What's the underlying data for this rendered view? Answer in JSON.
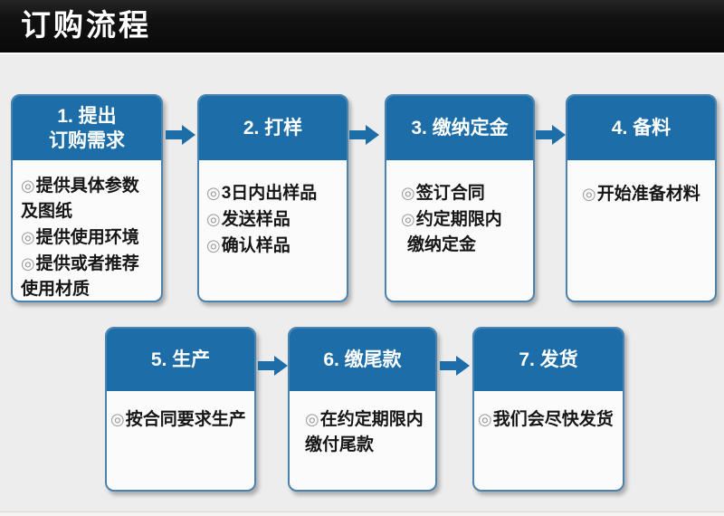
{
  "page": {
    "title": "订购流程"
  },
  "theme": {
    "accent": "#1c6da8",
    "header_bar": "#111111",
    "canvas_bg": "#ededee",
    "box_bg": "#fbfbfc",
    "box_border": "#4a84ae",
    "bullet_color": "#9b9b9b",
    "bullet_char": "◎"
  },
  "flow": {
    "boxes": [
      {
        "step": "1",
        "title_lines": [
          "1. 提出",
          "订购需求"
        ],
        "items": [
          [
            "提供具体参数",
            "及图纸"
          ],
          [
            "提供使用环境"
          ],
          [
            "提供或者推荐",
            "使用材质"
          ]
        ]
      },
      {
        "step": "2",
        "title_lines": [
          "2. 打样"
        ],
        "items": [
          [
            "3日内出样品"
          ],
          [
            "发送样品"
          ],
          [
            "确认样品"
          ]
        ]
      },
      {
        "step": "3",
        "title_lines": [
          "3. 缴纳定金"
        ],
        "items": [
          [
            "签订合同"
          ],
          [
            "约定期限内",
            "缴纳定金"
          ]
        ]
      },
      {
        "step": "4",
        "title_lines": [
          "4. 备料"
        ],
        "items": [
          [
            "开始准备材料"
          ]
        ]
      },
      {
        "step": "5",
        "title_lines": [
          "5. 生产"
        ],
        "items": [
          [
            "按合同要求生产"
          ]
        ]
      },
      {
        "step": "6",
        "title_lines": [
          "6. 缴尾款"
        ],
        "items": [
          [
            "在约定期限内",
            "缴付尾款"
          ]
        ]
      },
      {
        "step": "7",
        "title_lines": [
          "7. 发货"
        ],
        "items": [
          [
            "我们会尽快发货"
          ]
        ]
      }
    ]
  }
}
